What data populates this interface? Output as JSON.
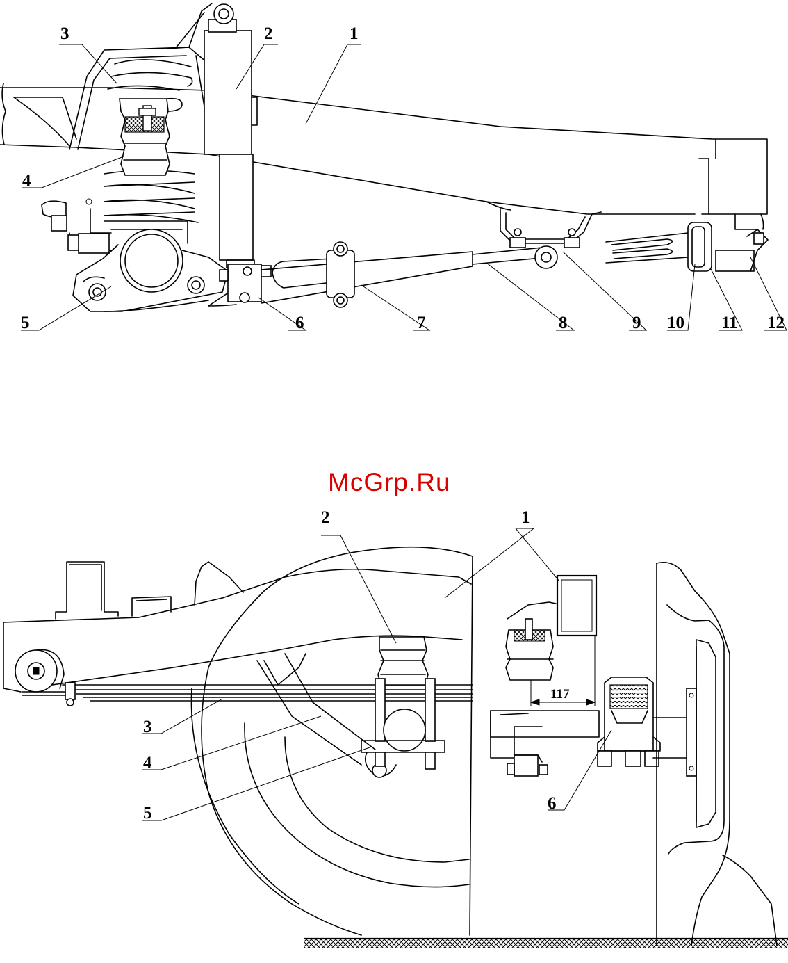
{
  "watermark": "McGrp.Ru",
  "top_view": {
    "callouts": [
      "1",
      "2",
      "3",
      "4",
      "5",
      "6",
      "7",
      "8",
      "9",
      "10",
      "11",
      "12"
    ]
  },
  "bottom_view": {
    "callouts": [
      "1",
      "2",
      "3",
      "4",
      "5",
      "6"
    ],
    "dimension": "117"
  }
}
